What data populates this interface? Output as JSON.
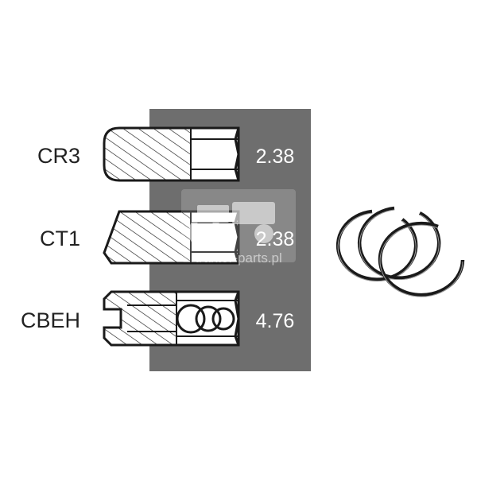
{
  "rings": [
    {
      "code": "CR3",
      "dimension": "2.38"
    },
    {
      "code": "CT1",
      "dimension": "2.38"
    },
    {
      "code": "CBEH",
      "dimension": "4.76"
    }
  ],
  "watermark": {
    "text": "traktor-parts.pl"
  },
  "colors": {
    "panel": "#6e6e6e",
    "outline": "#1a1a1a",
    "dimension_text": "#ffffff",
    "label_text": "#222222"
  }
}
